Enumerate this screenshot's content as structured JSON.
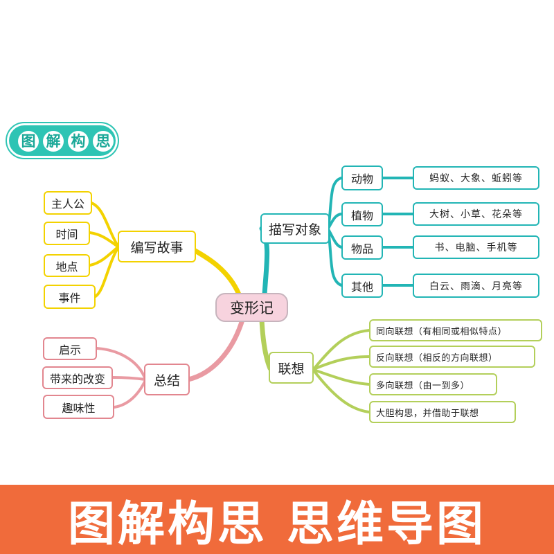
{
  "badge": {
    "chars": [
      "图",
      "解",
      "构",
      "思"
    ]
  },
  "center": "变形记",
  "branches": {
    "story": {
      "label": "编写故事",
      "children": [
        "主人公",
        "时间",
        "地点",
        "事件"
      ]
    },
    "summary": {
      "label": "总结",
      "children": [
        "启示",
        "带来的改变",
        "趣味性"
      ]
    },
    "object": {
      "label": "描写对象",
      "children": [
        {
          "label": "动物",
          "detail": "蚂蚁、大象、蚯蚓等"
        },
        {
          "label": "植物",
          "detail": "大树、小草、花朵等"
        },
        {
          "label": "物品",
          "detail": "书、电脑、手机等"
        },
        {
          "label": "其他",
          "detail": "白云、雨滴、月亮等"
        }
      ]
    },
    "assoc": {
      "label": "联想",
      "children": [
        "同向联想（有相同或相似特点）",
        "反向联想（相反的方向联想）",
        "多向联想（由一到多）",
        "大胆构思，并借助于联想"
      ]
    }
  },
  "banner": {
    "part1": "图解构思",
    "part2": "思维导图"
  },
  "colors": {
    "yellow": "#f3d200",
    "teal": "#22b5b5",
    "pink": "#e2868f",
    "green": "#b3cf5a",
    "center_fill": "#f7d3de",
    "banner": "#f06b3b",
    "badge": "#2ec4b4"
  }
}
